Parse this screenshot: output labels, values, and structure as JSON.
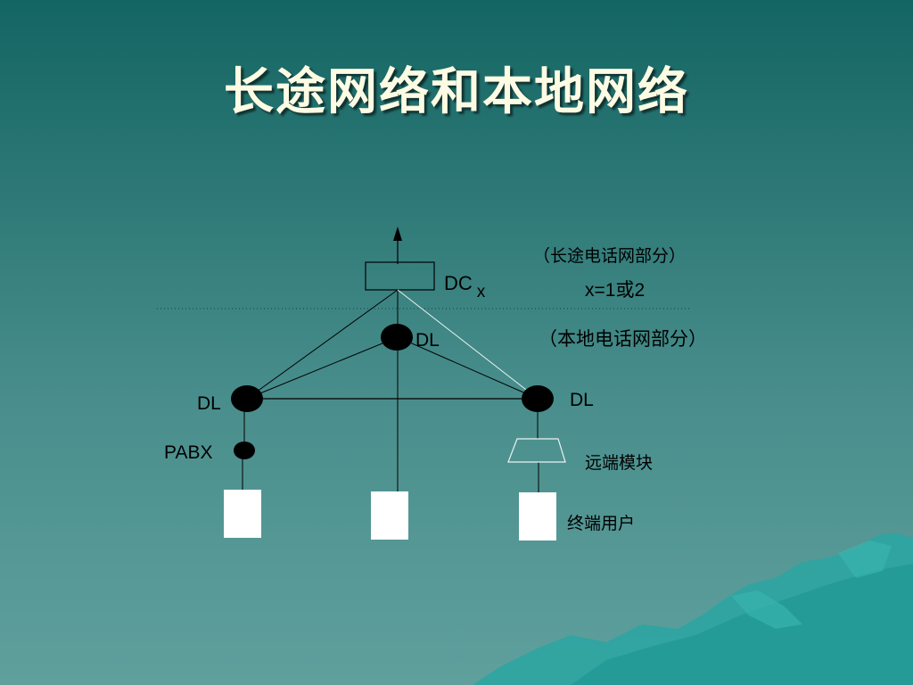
{
  "slide": {
    "title": "长途网络和本地网络"
  },
  "diagram": {
    "long_distance_part": "（长途电话网部分）",
    "local_part": "（本地电话网部分）",
    "dc_label": "DC",
    "dc_subscript": "x",
    "x_note": "x=1或2",
    "dl_center": "DL",
    "dl_left": "DL",
    "dl_right": "DL",
    "pabx": "PABX",
    "remote_module": "远端模块",
    "terminal_user": "终端用户"
  },
  "colors": {
    "background_top": "#136563",
    "background_bottom": "#5fa09d",
    "mountain": "#2aa6a2",
    "title_text": "#fdfbe3"
  }
}
